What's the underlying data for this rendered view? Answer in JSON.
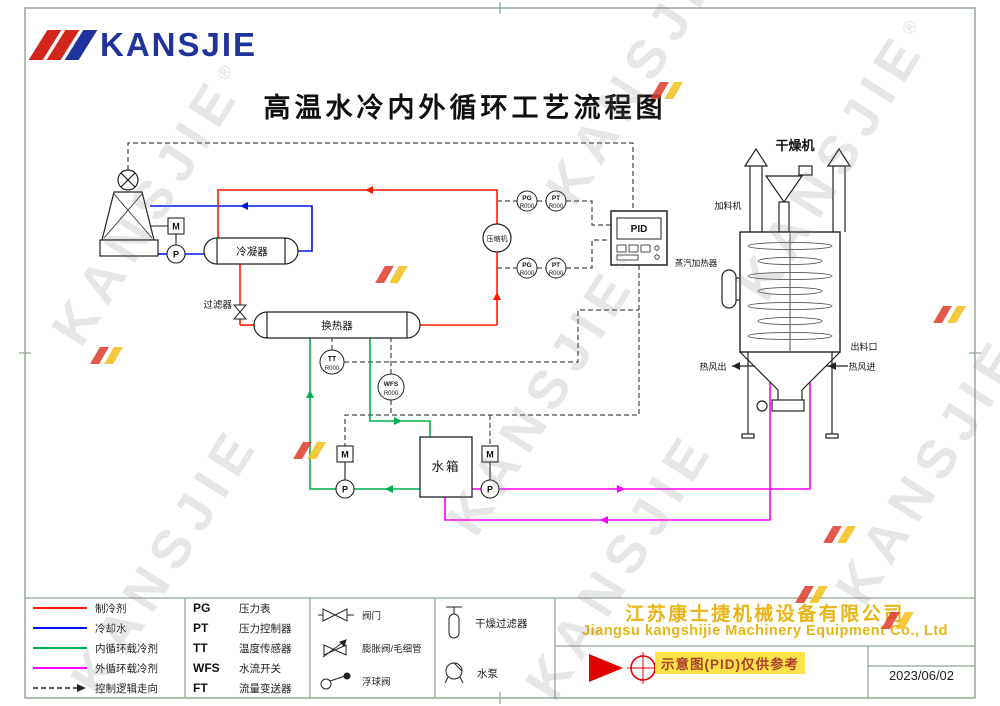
{
  "page": {
    "logo_text": "KANSJIE",
    "registered_mark": "®",
    "title": "高温水冷内外循环工艺流程图",
    "watermark_text": "KANSJIE"
  },
  "diagram": {
    "equipment": {
      "condenser": "冷凝器",
      "filter": "过滤器",
      "heat_exchanger": "换热器",
      "compressor": "压缩机",
      "controller": "PID",
      "water_tank": "水箱",
      "dryer": "干燥机",
      "feeder": "加料机",
      "steam_heater": "蒸汽加热器",
      "discharge_port": "出料口",
      "hot_air_out": "热风出",
      "hot_air_in": "热风进"
    },
    "instruments": {
      "pg": "PG",
      "pt": "PT",
      "tt": "TT",
      "wfs": "WFS",
      "tag": "R000",
      "motor": "M",
      "pump": "P"
    }
  },
  "legend": {
    "lines": [
      {
        "label": "制冷剂",
        "color": "#ff1a00",
        "style": "solid"
      },
      {
        "label": "冷却水",
        "color": "#0018e8",
        "style": "solid"
      },
      {
        "label": "内循环载冷剂",
        "color": "#00b050",
        "style": "solid"
      },
      {
        "label": "外循环载冷剂",
        "color": "#ff00ff",
        "style": "solid"
      },
      {
        "label": "控制逻辑走向",
        "color": "#222222",
        "style": "dashed-arrow"
      }
    ],
    "instruments": [
      {
        "abbr": "PG",
        "name": "压力表"
      },
      {
        "abbr": "PT",
        "name": "压力控制器"
      },
      {
        "abbr": "TT",
        "name": "温度传感器"
      },
      {
        "abbr": "WFS",
        "name": "水流开关"
      },
      {
        "abbr": "FT",
        "name": "流量变送器"
      }
    ],
    "valves": [
      {
        "name": "阀门"
      },
      {
        "name": "膨胀阀/毛细管"
      },
      {
        "name": "浮球阀"
      }
    ],
    "equipment": [
      {
        "name": "干燥过滤器"
      },
      {
        "name": "水泵"
      }
    ]
  },
  "titleblock": {
    "company_cn": "江苏康士捷机械设备有限公司",
    "company_en": "Jiangsu kangshijie Machinery Equipment Co., Ltd",
    "note": "示意图(PID)仅供参考",
    "date": "2023/06/02"
  }
}
